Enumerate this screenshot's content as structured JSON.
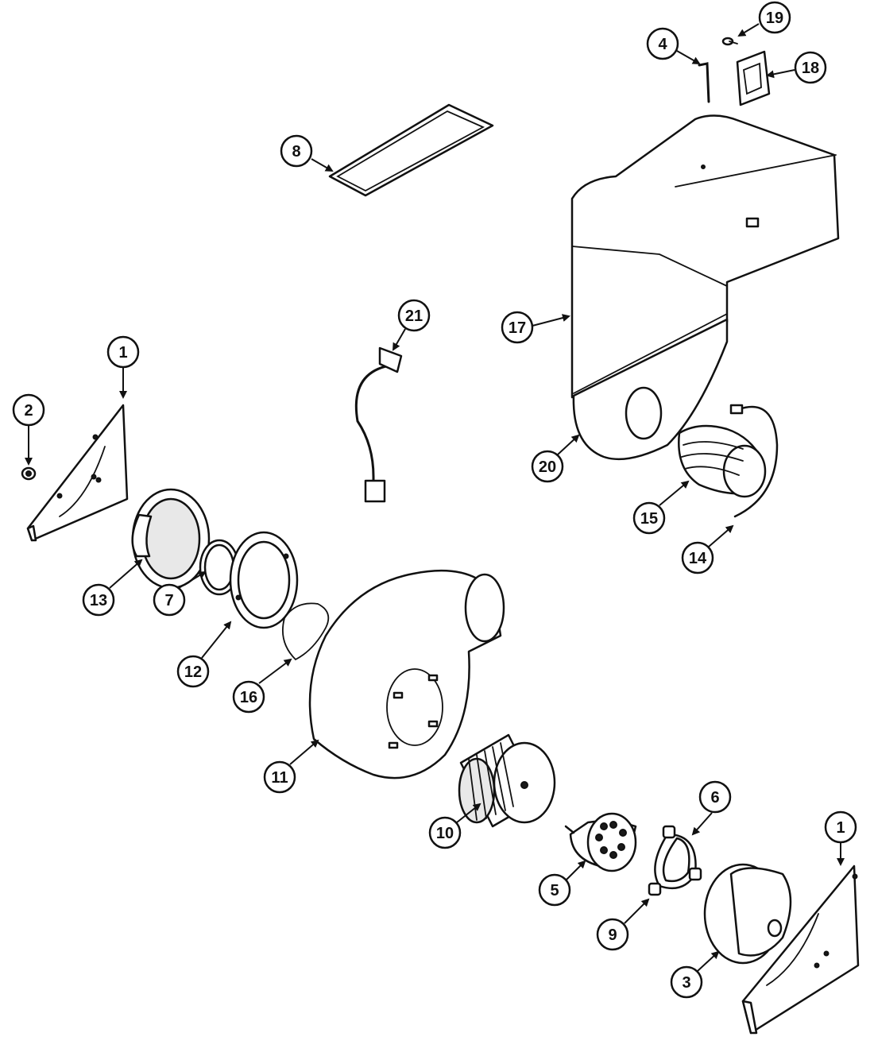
{
  "callouts": [
    {
      "id": "c1a",
      "label": "1"
    },
    {
      "id": "c2",
      "label": "2"
    },
    {
      "id": "c13",
      "label": "13"
    },
    {
      "id": "c7",
      "label": "7"
    },
    {
      "id": "c12",
      "label": "12"
    },
    {
      "id": "c16",
      "label": "16"
    },
    {
      "id": "c11",
      "label": "11"
    },
    {
      "id": "c8",
      "label": "8"
    },
    {
      "id": "c21",
      "label": "21"
    },
    {
      "id": "c4",
      "label": "4"
    },
    {
      "id": "c19",
      "label": "19"
    },
    {
      "id": "c18",
      "label": "18"
    },
    {
      "id": "c17",
      "label": "17"
    },
    {
      "id": "c20",
      "label": "20"
    },
    {
      "id": "c15",
      "label": "15"
    },
    {
      "id": "c14",
      "label": "14"
    },
    {
      "id": "c10",
      "label": "10"
    },
    {
      "id": "c5",
      "label": "5"
    },
    {
      "id": "c6",
      "label": "6"
    },
    {
      "id": "c9",
      "label": "9"
    },
    {
      "id": "c3",
      "label": "3"
    },
    {
      "id": "c1b",
      "label": "1"
    }
  ]
}
